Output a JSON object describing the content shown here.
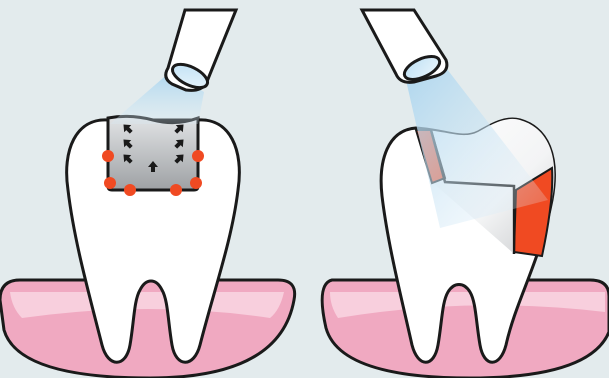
{
  "colors": {
    "background": "#e3ebed",
    "gum_fill": "#f0a9c1",
    "gum_highlight": "#f8cfdd",
    "tooth_fill": "#ffffff",
    "outline": "#1a1a1a",
    "composite_gray": "#a9abad",
    "shrinkage_red": "#f04a22",
    "curing_light_blue": "#a9d4ee",
    "light_tip": "#bfe0f4"
  },
  "panels": [
    {
      "id": "left",
      "depicts": "tooth-with-cavity-filling-shrinking-under-curing-light",
      "arrow_count": 7,
      "stress_dot_count": 6
    },
    {
      "id": "right",
      "depicts": "tooth-with-cured-restoration-and-marginal-gaps",
      "gap_count": 2
    }
  ]
}
